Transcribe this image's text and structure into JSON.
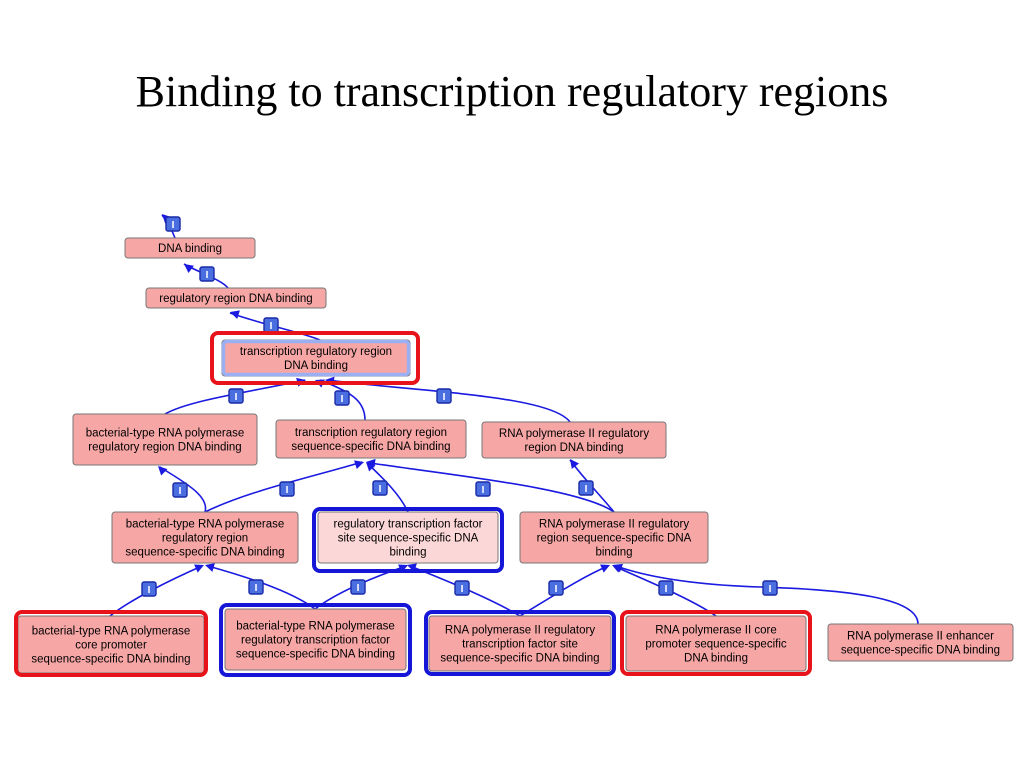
{
  "title": "Binding to transcription regulatory regions",
  "badge_label": "I",
  "colors": {
    "node_fill": "#f7a6a6",
    "node_fill_selected": "#fcd7d7",
    "edge": "#1a1ae0",
    "badge": "#4a6ee0",
    "highlight_red": "#e8121a",
    "highlight_blue": "#1616d8"
  },
  "nodes": [
    {
      "id": "dna-binding",
      "lines": [
        "DNA binding"
      ]
    },
    {
      "id": "regulatory-region-dna-binding",
      "lines": [
        "regulatory region DNA binding"
      ]
    },
    {
      "id": "transcription-regulatory-region-dna-binding",
      "lines": [
        "transcription regulatory region",
        "DNA binding"
      ],
      "highlight": "red",
      "focus": true
    },
    {
      "id": "bacterial-type-rna-polymerase-regulatory-region-dna-binding",
      "lines": [
        "bacterial-type RNA polymerase",
        "regulatory region DNA binding"
      ]
    },
    {
      "id": "transcription-regulatory-region-sequence-specific-dna-binding",
      "lines": [
        "transcription regulatory region",
        "sequence-specific DNA binding"
      ]
    },
    {
      "id": "rna-polymerase-ii-regulatory-region-dna-binding",
      "lines": [
        "RNA polymerase II regulatory",
        "region DNA binding"
      ]
    },
    {
      "id": "bacterial-type-rna-polymerase-regulatory-region-sequence-specific-dna-binding",
      "lines": [
        "bacterial-type RNA polymerase",
        "regulatory region",
        "sequence-specific DNA binding"
      ]
    },
    {
      "id": "regulatory-transcription-factor-site-sequence-specific-dna-binding",
      "lines": [
        "regulatory transcription factor",
        "site sequence-specific DNA",
        "binding"
      ],
      "highlight": "blue",
      "light": true
    },
    {
      "id": "rna-polymerase-ii-regulatory-region-sequence-specific-dna-binding",
      "lines": [
        "RNA polymerase II regulatory",
        "region sequence-specific DNA",
        "binding"
      ]
    },
    {
      "id": "bacterial-type-rna-polymerase-core-promoter-sequence-specific-dna-binding",
      "lines": [
        "bacterial-type RNA polymerase",
        "core promoter",
        "sequence-specific DNA binding"
      ],
      "highlight": "red"
    },
    {
      "id": "bacterial-type-rna-polymerase-regulatory-transcription-factor-sequence-specific-dna-binding",
      "lines": [
        "bacterial-type RNA polymerase",
        "regulatory transcription factor",
        "sequence-specific DNA binding"
      ],
      "highlight": "blue"
    },
    {
      "id": "rna-polymerase-ii-regulatory-transcription-factor-site-sequence-specific-dna-binding",
      "lines": [
        "RNA polymerase II regulatory",
        "transcription factor site",
        "sequence-specific DNA binding"
      ],
      "highlight": "blue"
    },
    {
      "id": "rna-polymerase-ii-core-promoter-sequence-specific-dna-binding",
      "lines": [
        "RNA polymerase II core",
        "promoter sequence-specific",
        "DNA binding"
      ],
      "highlight": "red"
    },
    {
      "id": "rna-polymerase-ii-enhancer-sequence-specific-dna-binding",
      "lines": [
        "RNA polymerase II enhancer",
        "sequence-specific DNA binding"
      ]
    }
  ],
  "edges": [
    {
      "from": "dna-binding",
      "to": null,
      "type": "I"
    },
    {
      "from": "regulatory-region-dna-binding",
      "to": "dna-binding",
      "type": "I"
    },
    {
      "from": "transcription-regulatory-region-dna-binding",
      "to": "regulatory-region-dna-binding",
      "type": "I"
    },
    {
      "from": "bacterial-type-rna-polymerase-regulatory-region-dna-binding",
      "to": "transcription-regulatory-region-dna-binding",
      "type": "I"
    },
    {
      "from": "transcription-regulatory-region-sequence-specific-dna-binding",
      "to": "transcription-regulatory-region-dna-binding",
      "type": "I"
    },
    {
      "from": "rna-polymerase-ii-regulatory-region-dna-binding",
      "to": "transcription-regulatory-region-dna-binding",
      "type": "I"
    },
    {
      "from": "bacterial-type-rna-polymerase-regulatory-region-sequence-specific-dna-binding",
      "to": "bacterial-type-rna-polymerase-regulatory-region-dna-binding",
      "type": "I"
    },
    {
      "from": "bacterial-type-rna-polymerase-regulatory-region-sequence-specific-dna-binding",
      "to": "transcription-regulatory-region-sequence-specific-dna-binding",
      "type": "I"
    },
    {
      "from": "regulatory-transcription-factor-site-sequence-specific-dna-binding",
      "to": "transcription-regulatory-region-sequence-specific-dna-binding",
      "type": "I"
    },
    {
      "from": "rna-polymerase-ii-regulatory-region-sequence-specific-dna-binding",
      "to": "transcription-regulatory-region-sequence-specific-dna-binding",
      "type": "I"
    },
    {
      "from": "rna-polymerase-ii-regulatory-region-sequence-specific-dna-binding",
      "to": "rna-polymerase-ii-regulatory-region-dna-binding",
      "type": "I"
    },
    {
      "from": "bacterial-type-rna-polymerase-core-promoter-sequence-specific-dna-binding",
      "to": "bacterial-type-rna-polymerase-regulatory-region-sequence-specific-dna-binding",
      "type": "I"
    },
    {
      "from": "bacterial-type-rna-polymerase-regulatory-transcription-factor-sequence-specific-dna-binding",
      "to": "bacterial-type-rna-polymerase-regulatory-region-sequence-specific-dna-binding",
      "type": "I"
    },
    {
      "from": "bacterial-type-rna-polymerase-regulatory-transcription-factor-sequence-specific-dna-binding",
      "to": "regulatory-transcription-factor-site-sequence-specific-dna-binding",
      "type": "I"
    },
    {
      "from": "rna-polymerase-ii-regulatory-transcription-factor-site-sequence-specific-dna-binding",
      "to": "regulatory-transcription-factor-site-sequence-specific-dna-binding",
      "type": "I"
    },
    {
      "from": "rna-polymerase-ii-regulatory-transcription-factor-site-sequence-specific-dna-binding",
      "to": "rna-polymerase-ii-regulatory-region-sequence-specific-dna-binding",
      "type": "I"
    },
    {
      "from": "rna-polymerase-ii-core-promoter-sequence-specific-dna-binding",
      "to": "rna-polymerase-ii-regulatory-region-sequence-specific-dna-binding",
      "type": "I"
    },
    {
      "from": "rna-polymerase-ii-enhancer-sequence-specific-dna-binding",
      "to": "rna-polymerase-ii-regulatory-region-sequence-specific-dna-binding",
      "type": "I"
    }
  ]
}
